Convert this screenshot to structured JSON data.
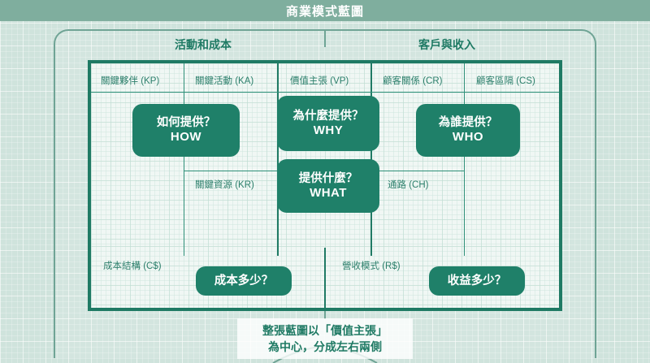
{
  "header": {
    "title": "商業模式藍圖"
  },
  "sections": {
    "left_label": "活動和成本",
    "right_label": "客戶與收入"
  },
  "columns": [
    {
      "key": "KP",
      "label": "關鍵夥伴 (KP)"
    },
    {
      "key": "KA",
      "label": "關鍵活動 (KA)"
    },
    {
      "key": "VP",
      "label": "價值主張 (VP)"
    },
    {
      "key": "CR",
      "label": "顧客關係 (CR)"
    },
    {
      "key": "CS",
      "label": "顧客區隔 (CS)"
    }
  ],
  "sub_cells": [
    {
      "key": "KR",
      "label": "關鍵資源 (KR)"
    },
    {
      "key": "CH",
      "label": "通路 (CH)"
    }
  ],
  "bottom_cells": [
    {
      "key": "CS_COST",
      "label": "成本結構 (C$)"
    },
    {
      "key": "RS",
      "label": "營收模式 (R$)"
    }
  ],
  "pills": [
    {
      "id": "how",
      "zh": "如何提供？",
      "en": "HOW"
    },
    {
      "id": "why",
      "zh": "為什麼提供？",
      "en": "WHY"
    },
    {
      "id": "what",
      "zh": "提供什麼？",
      "en": "WHAT"
    },
    {
      "id": "who",
      "zh": "為誰提供？",
      "en": "WHO"
    },
    {
      "id": "cost",
      "zh": "成本多少？",
      "en": ""
    },
    {
      "id": "rev",
      "zh": "收益多少？",
      "en": ""
    }
  ],
  "caption": {
    "line1": "整張藍圖以「價值主張」",
    "line2": "為中心，分成左右兩側"
  },
  "colors": {
    "background": "#cfe3dc",
    "titlebar": "#7fae9e",
    "frame": "#6fa495",
    "grid_border": "#1f7a64",
    "pill": "#1f8069",
    "label_text": "#2c7f6b",
    "title_text": "#ffffff"
  }
}
